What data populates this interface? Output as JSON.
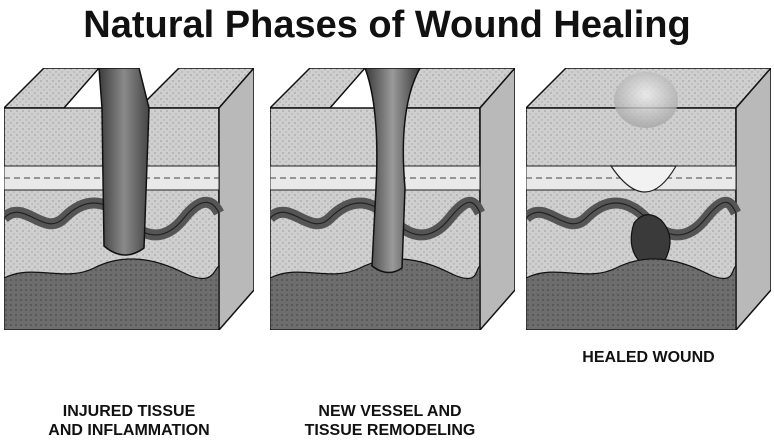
{
  "title": "Natural Phases of Wound Healing",
  "panels": [
    {
      "caption_line1": "INJURED TISSUE",
      "caption_line2": "AND INFLAMMATION"
    },
    {
      "caption_line1": "NEW VESSEL AND",
      "caption_line2": "TISSUE REMODELING"
    },
    {
      "caption_line1": "HEALED WOUND",
      "caption_line2": ""
    }
  ]
}
